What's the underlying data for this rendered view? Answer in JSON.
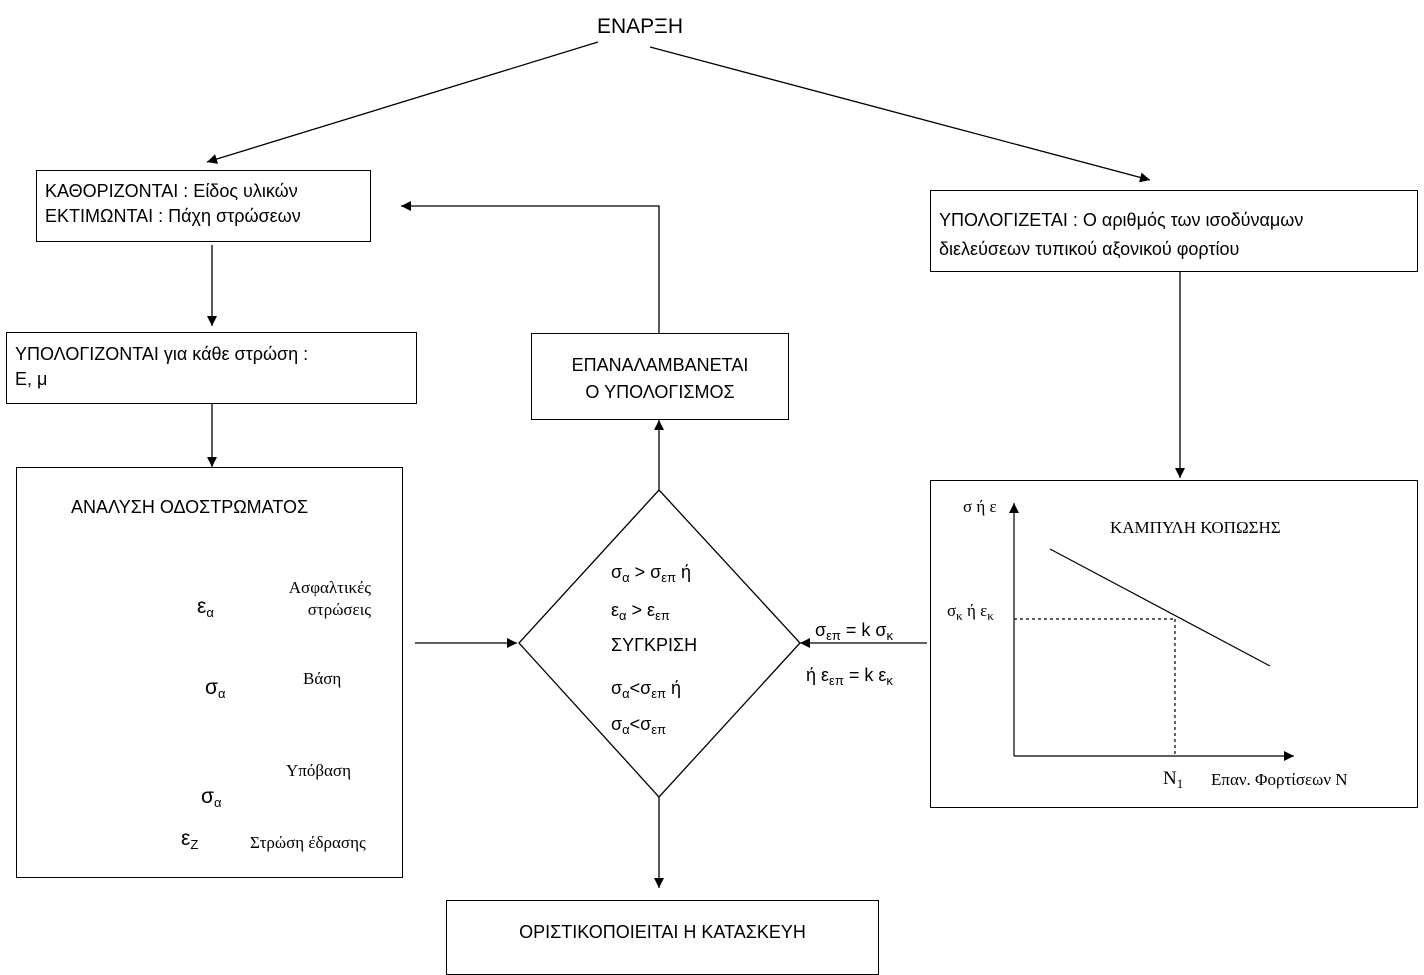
{
  "start": {
    "label": "ΕΝΑΡΞΗ"
  },
  "define_box": {
    "line1": "ΚΑΘΟΡΙΖΟΝΤΑΙ : Είδος υλικών",
    "line2": "ΕΚΤΙΜΩΝΤΑΙ : Πάχη στρώσεων"
  },
  "compute_box": {
    "line1": "ΥΠΟΛΟΓΙΖΟΝΤΑΙ για κάθε στρώση :",
    "line2": "Ε, μ"
  },
  "analysis": {
    "title": "ΑΝΑΛΥΣΗ  ΟΔΟΣΤΡΩΜΑΤΟΣ",
    "asphalt_l1": "Ασφαλτικές",
    "asphalt_l2": "στρώσεις",
    "base": "Βάση",
    "subbase": "Υπόβαση",
    "subgrade": "Στρώση έδρασης",
    "eps_main": "ε",
    "eps_sub": "α",
    "sigma_main": "σ",
    "sigma_sub": "α",
    "epsz_main": "ε",
    "epsz_sub": "Z"
  },
  "repeat_box": {
    "line1": "ΕΠΑΝΑΛΑΜΒΑΝΕΤΑΙ",
    "line2": "Ο ΥΠΟΛΟΓΙΣΜΟΣ"
  },
  "compare": {
    "r1": {
      "a": "σ",
      "b": "α",
      "c": " > σ",
      "d": "επ",
      "e": " ή"
    },
    "r2": {
      "a": "ε",
      "b": "α",
      "c": " > ε",
      "d": "επ"
    },
    "r3": "ΣΥΓΚΡΙΣΗ",
    "r4": {
      "a": "σ",
      "b": "α",
      "c": "<σ",
      "d": "επ",
      "e": " ή"
    },
    "r5": {
      "a": "σ",
      "b": "α",
      "c": "<σ",
      "d": "επ"
    }
  },
  "final_box": {
    "label": "ΟΡΙΣΤΙΚΟΠΟΙΕΙΤΑΙ Η ΚΑΤΑΣΚΕΥΗ"
  },
  "equivalent_box": {
    "line1": "ΥΠΟΛΟΓΙΖΕΤΑΙ : Ο αριθμός των ισοδύναμων",
    "line2": "διελεύσεων τυπικού αξονικού φορτίου"
  },
  "allowable": {
    "l1": {
      "a": "σ",
      "b": "επ",
      "c": " = k σ",
      "d": "κ"
    },
    "l2": {
      "a": "ή ε",
      "b": "επ",
      "c": " = k ε",
      "d": "κ"
    }
  },
  "fatigue": {
    "title": "ΚΑΜΠΥΛΗ ΚΟΠΩΣΗΣ",
    "y_axis": "σ ή ε",
    "y_tick": {
      "a": "σ",
      "b": "κ",
      "c": " ή ε",
      "d": "κ"
    },
    "x_tick": {
      "a": "N",
      "b": "1"
    },
    "x_axis": "Επαν. Φορτίσεων Ν"
  }
}
